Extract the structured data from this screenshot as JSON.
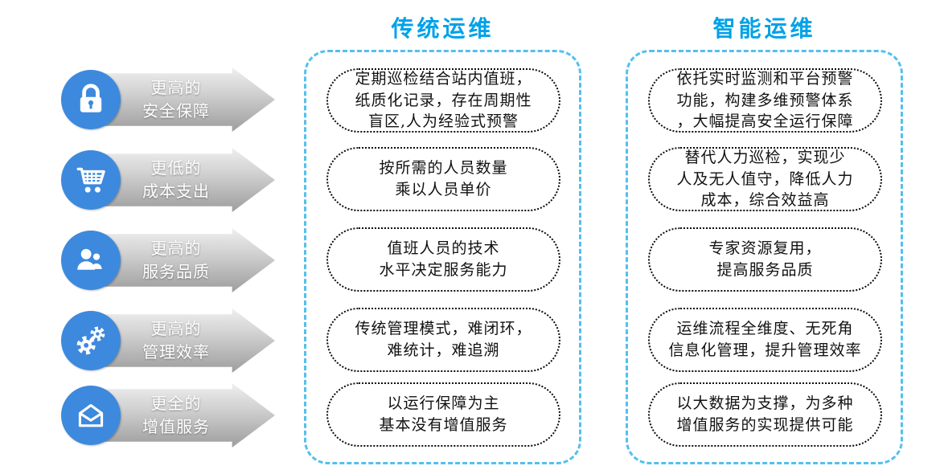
{
  "colors": {
    "icon_circle_blue": "#3d89dd",
    "header_blue": "#00a2e8",
    "container_dash_blue": "#53c0ee",
    "arrow_gradient_top": "#efefef",
    "arrow_gradient_bottom": "#9d9d9d",
    "bubble_border": "#0a0a0a"
  },
  "categories": [
    {
      "icon": "lock-icon",
      "label": "更高的\n安全保障"
    },
    {
      "icon": "cart-icon",
      "label": "更低的\n成本支出"
    },
    {
      "icon": "users-icon",
      "label": "更高的\n服务品质"
    },
    {
      "icon": "gears-icon",
      "label": "更高的\n管理效率"
    },
    {
      "icon": "mail-icon",
      "label": "更全的\n增值服务"
    }
  ],
  "columns": [
    {
      "title": "传统运维",
      "items": [
        "定期巡检结合站内值班，\n纸质化记录，存在周期性\n盲区,人为经验式预警",
        "按所需的人员数量\n乘以人员单价",
        "值班人员的技术\n水平决定服务能力",
        "传统管理模式，难闭环，\n难统计，难追溯",
        "以运行保障为主\n基本没有增值服务"
      ]
    },
    {
      "title": "智能运维",
      "items": [
        "依托实时监测和平台预警\n功能，构建多维预警体系\n，大幅提高安全运行保障",
        "替代人力巡检，实现少\n人及无人值守，降低人力\n成本，综合效益高",
        "专家资源复用，\n提高服务品质",
        "运维流程全维度、无死角\n信息化管理，提升管理效率",
        "以大数据为支撑，为多种\n增值服务的实现提供可能"
      ]
    }
  ]
}
